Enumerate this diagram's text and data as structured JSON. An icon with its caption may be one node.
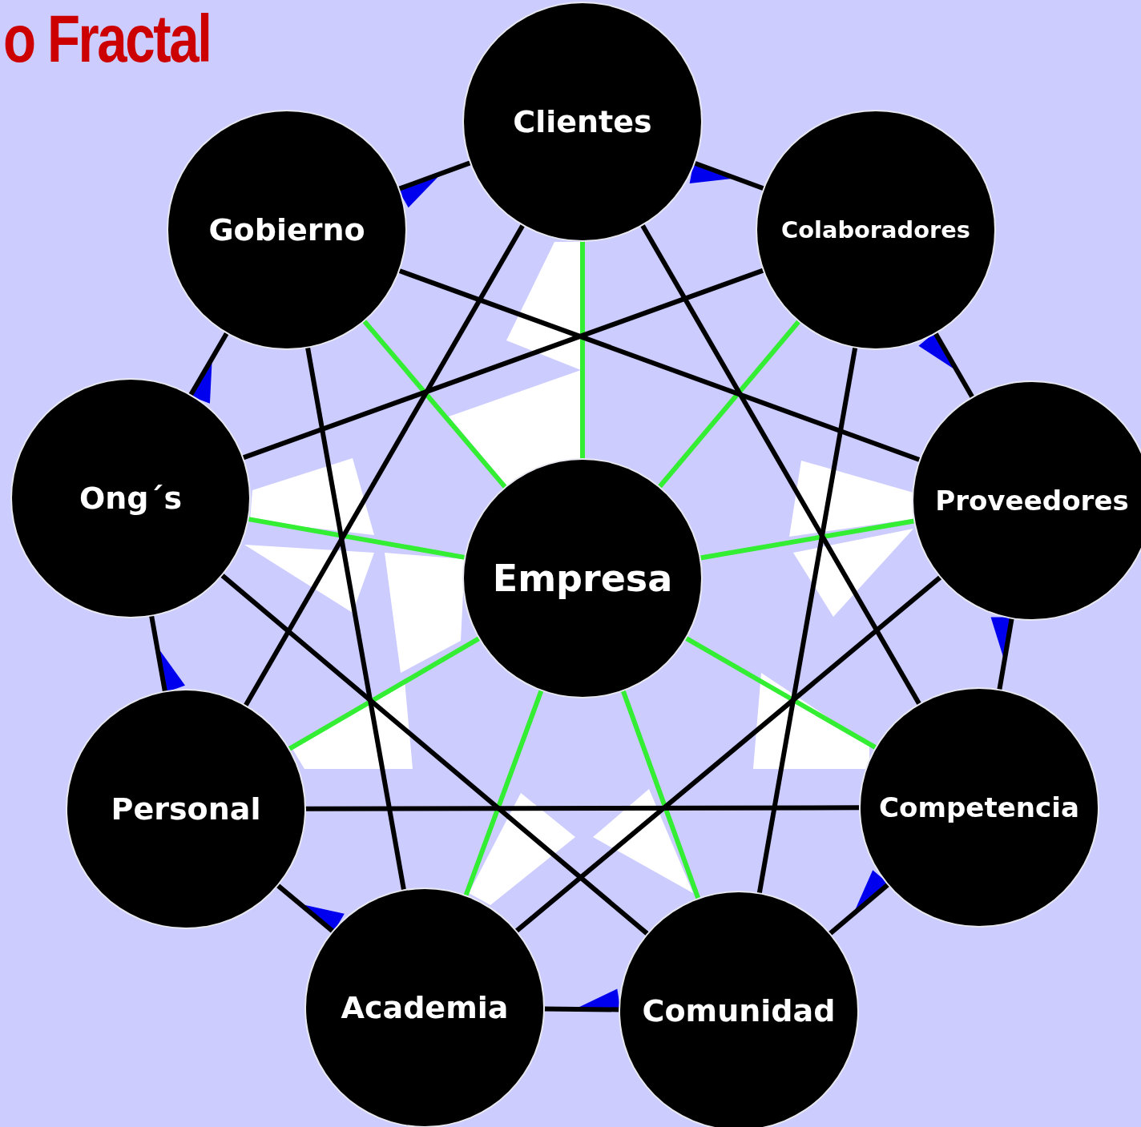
{
  "diagram": {
    "title": "o Fractal",
    "nodes": [
      {
        "text": [
          "Clientes"
        ]
      },
      {
        "text": [
          "Colaboradores"
        ]
      },
      {
        "text": [
          "Proveedores"
        ]
      },
      {
        "text": [
          "Competencia"
        ]
      },
      {
        "text": [
          "Comunidad"
        ]
      },
      {
        "text": [
          "Academia"
        ]
      },
      {
        "text": [
          "Personal"
        ]
      },
      {
        "text": [
          "Ong´s"
        ]
      },
      {
        "text": [
          "Gobierno"
        ]
      },
      {
        "text": [
          "Empresa"
        ]
      }
    ],
    "edges": [
      {
        "from": 9,
        "to": 0,
        "arrow": "none",
        "color": "#33ee33"
      },
      {
        "from": 9,
        "to": 1,
        "arrow": "none",
        "color": "#33ee33"
      },
      {
        "from": 9,
        "to": 2,
        "arrow": "none",
        "color": "#33ee33"
      },
      {
        "from": 9,
        "to": 3,
        "arrow": "none",
        "color": "#33ee33"
      },
      {
        "from": 9,
        "to": 4,
        "arrow": "none",
        "color": "#33ee33"
      },
      {
        "from": 9,
        "to": 5,
        "arrow": "none",
        "color": "#33ee33"
      },
      {
        "from": 9,
        "to": 6,
        "arrow": "none",
        "color": "#33ee33"
      },
      {
        "from": 9,
        "to": 7,
        "arrow": "none",
        "color": "#33ee33"
      },
      {
        "from": 9,
        "to": 8,
        "arrow": "none",
        "color": "#33ee33"
      },
      {
        "from": 0,
        "to": 3,
        "arrow": "none"
      },
      {
        "from": 3,
        "to": 6,
        "arrow": "none"
      },
      {
        "from": 6,
        "to": 0,
        "arrow": "none"
      },
      {
        "from": 1,
        "to": 4,
        "arrow": "none"
      },
      {
        "from": 4,
        "to": 7,
        "arrow": "none"
      },
      {
        "from": 7,
        "to": 1,
        "arrow": "none"
      },
      {
        "from": 2,
        "to": 5,
        "arrow": "none"
      },
      {
        "from": 5,
        "to": 8,
        "arrow": "none"
      },
      {
        "from": 8,
        "to": 2,
        "arrow": "none"
      },
      {
        "from": 0,
        "to": 1,
        "arrow": "none"
      },
      {
        "from": 1,
        "to": 2,
        "arrow": "none"
      },
      {
        "from": 2,
        "to": 3,
        "arrow": "none"
      },
      {
        "from": 3,
        "to": 4,
        "arrow": "none"
      },
      {
        "from": 4,
        "to": 5,
        "arrow": "none"
      },
      {
        "from": 5,
        "to": 6,
        "arrow": "none"
      },
      {
        "from": 6,
        "to": 7,
        "arrow": "none"
      },
      {
        "from": 7,
        "to": 8,
        "arrow": "none"
      },
      {
        "from": 8,
        "to": 0,
        "arrow": "none"
      }
    ]
  }
}
